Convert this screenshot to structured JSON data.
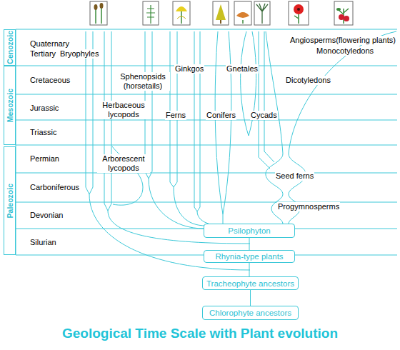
{
  "diagram": {
    "title": "Geological Time Scale with Plant evolution",
    "nodes": [
      {
        "text": [
          "Cenozoic"
        ]
      },
      {
        "text": [
          "Mesozoic"
        ]
      },
      {
        "text": [
          "Paleozoic"
        ]
      },
      {
        "text": [
          "Psilophyton"
        ]
      },
      {
        "text": [
          "Rhynia-type plants"
        ]
      },
      {
        "text": [
          "Tracheophyte ancestors"
        ]
      },
      {
        "text": [
          "Chlorophyte ancestors"
        ]
      }
    ],
    "edges": [
      {
        "from": 6,
        "to": 5,
        "arrow": "none"
      },
      {
        "from": 5,
        "to": 4,
        "arrow": "none"
      },
      {
        "from": 4,
        "to": 3,
        "arrow": "none"
      }
    ],
    "labels": [
      "Quaternary",
      "Tertiary",
      "Cretaceous",
      "Jurassic",
      "Triassic",
      "Permian",
      "Carboniferous",
      "Devonian",
      "Silurian",
      "Bryophyles",
      "Sphenopsids (horsetails)",
      "Ginkgos",
      "Gnetales",
      "Angiosperms(flowering plants)",
      "Monocotyledons",
      "Dicotyledons",
      "Herbaceous lycopods",
      "Ferns",
      "Conifers",
      "Cycads",
      "Arborescent lycopods",
      "Seed ferns",
      "Progymnosperms"
    ]
  }
}
